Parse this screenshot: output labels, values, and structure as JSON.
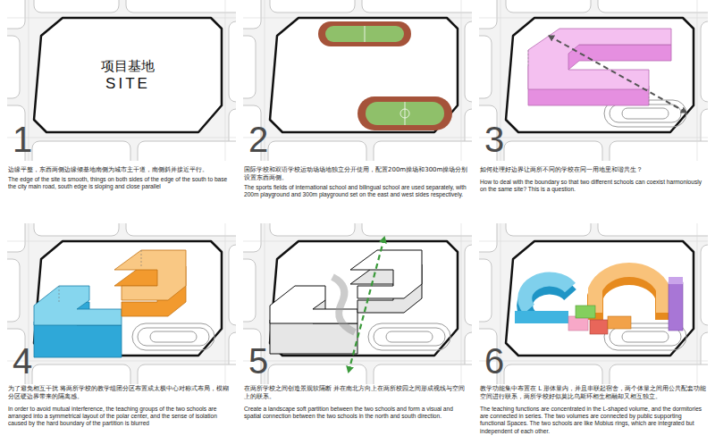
{
  "diagram": {
    "nodes": [
      {
        "text": [
          "项目基地",
          "SITE"
        ]
      }
    ],
    "labels": [
      "1",
      "边缘平整，东西两侧边缘倾基地南侧为城市主干道，南侧斜并接近平行。",
      "The edge of the site is smooth, things on both sides of the edge of the south to base the city main road, south edge is sloping and close parallel",
      "2",
      "国际学校和双语学校运动场场地独立分开使用，配置200m操场和300m操场分别设置东西两侧。",
      "The sports fields of international school and bilingual school are used separately, with 200m playground and 300m playground set on the east and west sides respectively.",
      "3",
      "如何处理好边界让两所不同的学校在同一用地里和谐共生？",
      "How to deal with the boundary so that two different schools can coexist harmoniously on the same site? This is a question.",
      "4",
      "为了避免相互干扰 将两所学校的教学组团分区布置成太极中心对称式布局，模糊分区硬边界带来的隔离感。",
      "In order to avoid mutual interference, the teaching groups of the two schools are arranged into a symmetrical layout of the polar center, and the sense of isolation caused by the hard boundary of the partition is blurred",
      "5",
      "在两所学校之间创造景观软隔断 并在南北方向上在两所校园之间形成视线与空间上的联系。",
      "Create a landscape soft partition between the two schools and form a visual and spatial connection between the two schools in the north and south direction.",
      "6",
      "教学功能集中布置在 L 形体量内，并且串联起宿舍，两个体量之间用公共配套功能空间进行联系，两所学校好似莫比乌斯环相生相融却又相互独立。",
      "The teaching functions are concentrated in the L-shaped volume, and the dormitories are connected in series. The two volumes are connected by public supporting functional Spaces. The two schools are like Mobius rings, which are integrated but independent of each other."
    ]
  }
}
